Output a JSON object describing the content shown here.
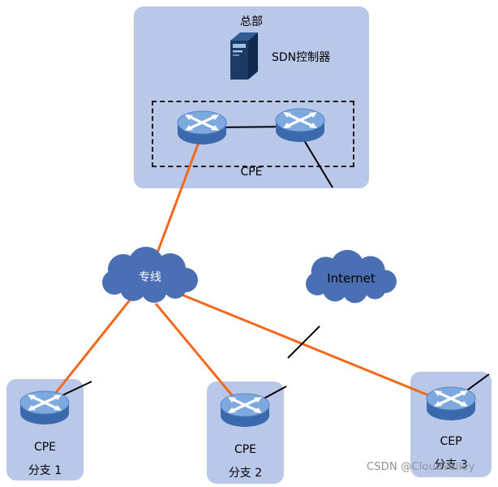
{
  "diagram": {
    "headquarters": {
      "title": "总部",
      "controller_label": "SDN控制器",
      "cpe_label": "CPE"
    },
    "clouds": {
      "private_line": "专线",
      "internet": "Internet"
    },
    "branches": [
      {
        "device": "CPE",
        "name": "分支 1"
      },
      {
        "device": "CPE",
        "name": "分支 2"
      },
      {
        "device": "CEP",
        "name": "分支 3"
      }
    ],
    "watermark": "CSDN @CloudValley"
  },
  "colors": {
    "panel_bg": "#b9c7e8",
    "cloud_fill": "#4a6fb4",
    "link_orange": "#f2691d",
    "link_black": "#000000",
    "router_top": "#7ea9de",
    "router_body": "#3a69ad",
    "server_dark": "#1b3a66"
  }
}
